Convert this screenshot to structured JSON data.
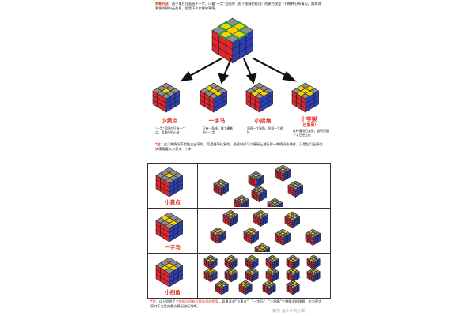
{
  "judge_note": {
    "label": "判断方法",
    "text": "：两手拿在顶面画个十字，只看“十字”范围内（即下图绿色框内）的黄色块是下列哪种分布情况，跟角块黄色的朝向无关系，即是下个步骤的事情。"
  },
  "patterns": [
    {
      "name": "小黄点",
      "desc": "“十字”范围内只有一个点，即黄色中心块"
    },
    {
      "name": "一字马",
      "desc": "只有一条线，像个横着的“一”字"
    },
    {
      "name": "小拐角",
      "desc": "出现一个拐角，形如一个时针"
    },
    {
      "name": "十字架",
      "sub": "（已复原）",
      "desc": "这种情况已复原，说明顶面十字已经完成"
    }
  ],
  "mid_note": {
    "label": "*注",
    "text": "：这几种情况不是独立出现的，而是循环往复的，进展时候可以直接上进行那一种情况去操作。只是它们还原的步骤需要从小黄点→十字"
  },
  "rows": [
    {
      "name": "小黄点",
      "count": 7
    },
    {
      "name": "一字马",
      "count": 8
    },
    {
      "name": "小拐角",
      "count": 16
    }
  ],
  "bottom_note": {
    "label": "*注",
    "text_a": "：以上列举了",
    "highlight": "三种情况所有可能出现的图案",
    "text_b": "，如果深对“小黄点”、“一字马”、“小拐角”三种情况的理解，也方便大家对于之后的魔方情况进行判断。"
  },
  "watermark": "知乎 @小小的小新",
  "colors": {
    "yellow": "#f6d200",
    "gray": "#8f8f8f",
    "red": "#e3262e",
    "blue": "#2a3fb8",
    "green": "#19a04c"
  }
}
